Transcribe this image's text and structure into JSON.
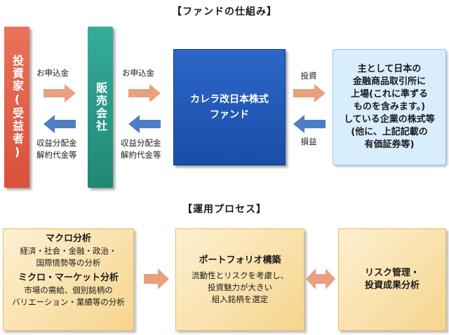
{
  "fund_section": {
    "title": "【ファンドの仕組み】",
    "investor_label": "投資家(受益者)",
    "distributor_label": "販売会社",
    "fund_lines": [
      "カレラ改日本株式",
      "ファンド"
    ],
    "market_lines": [
      "主として日本の",
      "金融商品取引所に",
      "上場(これに準ずる",
      "ものを含みます。)",
      "している企業の株式等",
      "(他に、上記記載の",
      "有価証券等)"
    ],
    "left_right_label": "お申込金",
    "left_back_lines": [
      "収益分配金",
      "解約代金等"
    ],
    "mid_right_label": "お申込金",
    "mid_back_lines": [
      "収益分配金",
      "解約代金等"
    ],
    "right_invest_label": "投資",
    "right_back_label": "損益"
  },
  "process_section": {
    "title": "【運用プロセス】",
    "box1": {
      "macro_heading": "マクロ分析",
      "macro_lines": [
        "経済・社会・金融・政治・",
        "国際情勢等の分析"
      ],
      "micro_heading": "ミクロ・マーケット分析",
      "micro_lines": [
        "市場の需給、個別銘柄の",
        "バリエーション・業績等の分析"
      ]
    },
    "box2": {
      "heading": "ポートフォリオ構築",
      "lines": [
        "流動性とリスクを考慮し、",
        "投資魅力が大きい",
        "組入銘柄を選定"
      ]
    },
    "box3": {
      "lines": [
        "リスク管理・",
        "投資成果分析"
      ]
    }
  },
  "colors": {
    "investor": "#e4604a",
    "distributor": "#2a9c8a",
    "fund": "#1f55b0",
    "market": "#d9eefc",
    "arrow_forward": "#e9a07e",
    "arrow_back": "#4f7fc2",
    "process_box": "#f6d58e"
  }
}
